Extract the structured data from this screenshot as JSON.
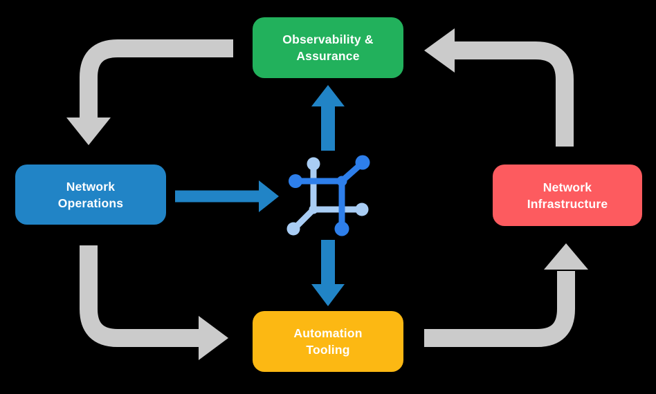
{
  "diagram": {
    "background": "#000000",
    "nodes": {
      "observability": {
        "lines": [
          "Observability &",
          "Assurance"
        ],
        "color": "#22B15C"
      },
      "operations": {
        "lines": [
          "Network",
          "Operations"
        ],
        "color": "#2184C6"
      },
      "infrastructure": {
        "lines": [
          "Network",
          "Infrastructure"
        ],
        "color": "#FD5B5F"
      },
      "automation": {
        "lines": [
          "Automation",
          "Tooling"
        ],
        "color": "#FCB813"
      }
    },
    "center_icon": {
      "name": "network-mesh-icon",
      "dark_color": "#2E7FEB",
      "light_color": "#A9CDF4"
    },
    "arrows": {
      "gray_color": "#CBCBCB",
      "blue_color": "#2184C6",
      "flows": [
        {
          "from": "observability",
          "to": "operations",
          "style": "gray-elbow"
        },
        {
          "from": "operations",
          "to": "automation",
          "style": "gray-elbow"
        },
        {
          "from": "automation",
          "to": "infrastructure",
          "style": "gray-elbow"
        },
        {
          "from": "infrastructure",
          "to": "observability",
          "style": "gray-elbow"
        },
        {
          "from": "operations",
          "to": "center",
          "style": "blue-straight"
        },
        {
          "from": "center",
          "to": "observability",
          "style": "blue-straight"
        },
        {
          "from": "center",
          "to": "automation",
          "style": "blue-straight"
        }
      ]
    }
  }
}
